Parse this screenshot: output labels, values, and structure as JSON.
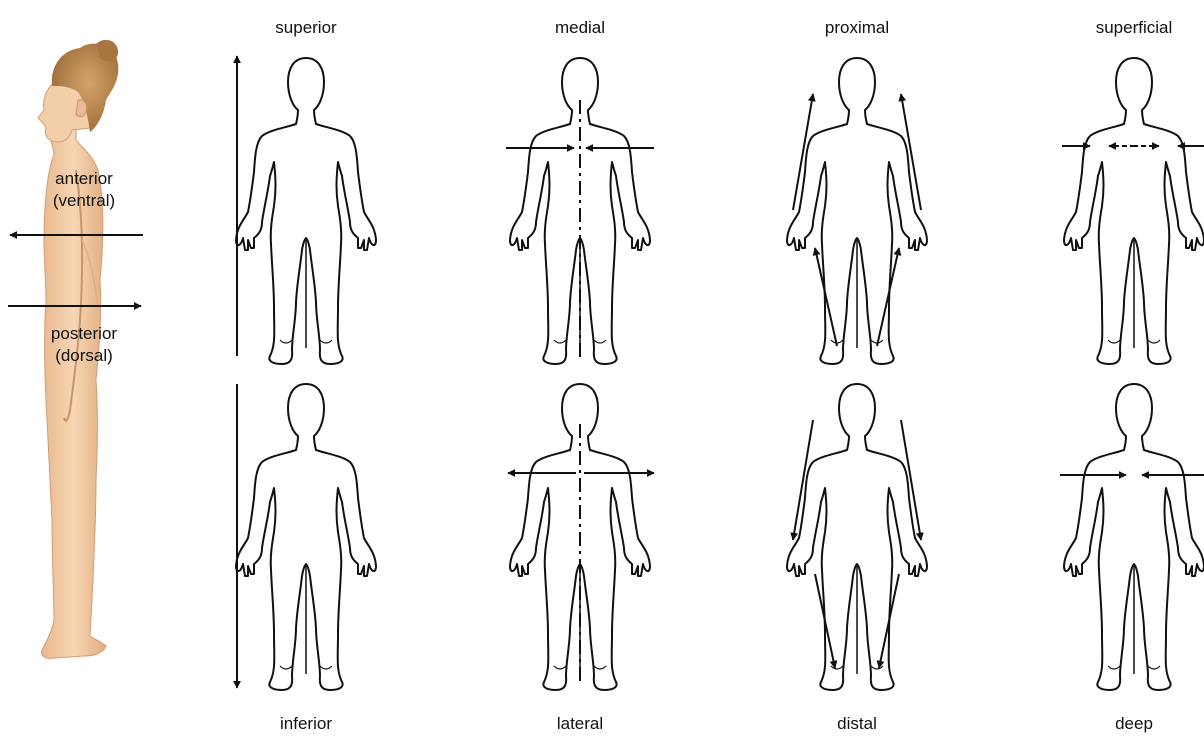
{
  "side_figure": {
    "anterior": "anterior",
    "anterior_sub": "(ventral)",
    "posterior": "posterior",
    "posterior_sub": "(dorsal)"
  },
  "panels": {
    "superior": "superior",
    "inferior": "inferior",
    "medial": "medial",
    "lateral": "lateral",
    "proximal": "proximal",
    "distal": "distal",
    "superficial": "superficial",
    "deep": "deep"
  },
  "colors": {
    "ink": "#111111",
    "skin": "#f1c9a2",
    "hair": "#b9874e"
  }
}
